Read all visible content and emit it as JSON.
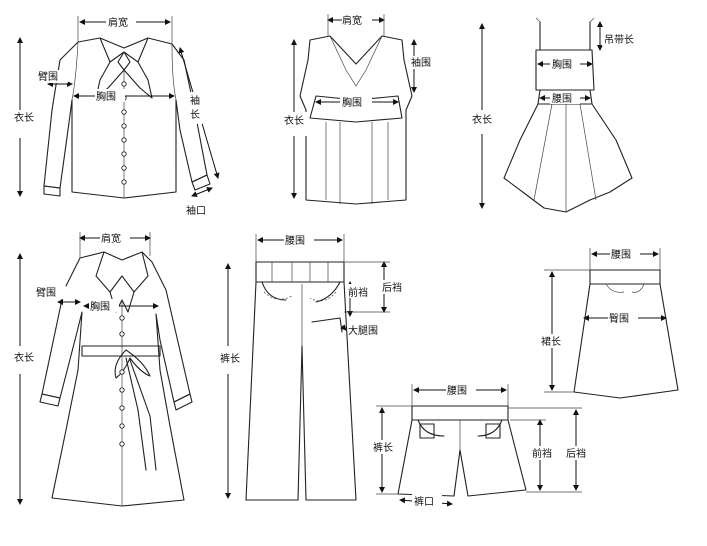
{
  "garments": {
    "shirt": {
      "shoulder": "肩宽",
      "arm": "臂围",
      "chest": "胸围",
      "length": "衣长",
      "sleeve": "袖长",
      "cuff": "袖口"
    },
    "vest": {
      "shoulder": "肩宽",
      "armhole": "袖围",
      "chest": "胸围",
      "length": "衣长"
    },
    "dress": {
      "strap": "吊带长",
      "chest": "胸围",
      "waist": "腰围",
      "length": "衣长"
    },
    "coat": {
      "shoulder": "肩宽",
      "arm": "臂围",
      "chest": "胸围",
      "length": "衣长"
    },
    "pants": {
      "waist": "腰围",
      "back_rise": "后裆",
      "front_rise": "前裆",
      "thigh": "大腿围",
      "length": "裤长"
    },
    "skirt": {
      "waist": "腰围",
      "hip": "臀围",
      "length": "裙长"
    },
    "shorts": {
      "waist": "腰围",
      "length": "裤长",
      "front_rise": "前裆",
      "back_rise": "后裆",
      "hem": "裤口"
    }
  },
  "colors": {
    "line": "#222222",
    "background": "#ffffff"
  }
}
